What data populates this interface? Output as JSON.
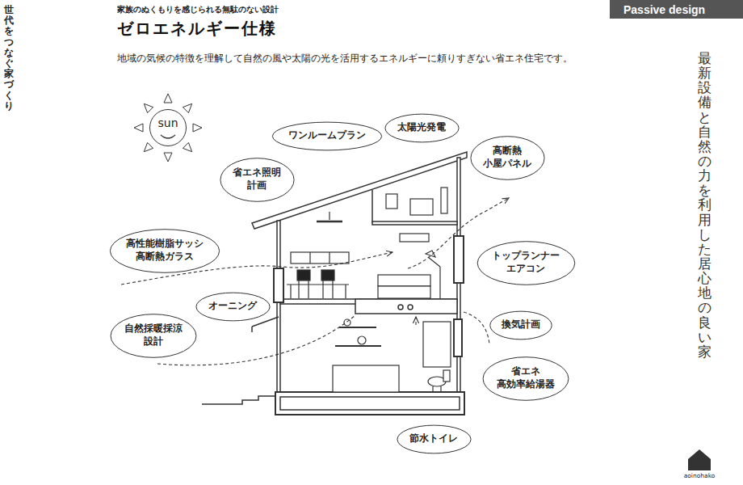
{
  "diagram": {
    "title": "ゼロエネルギー仕様",
    "nodes": [
      {
        "text": [
          "Passive design"
        ]
      },
      {
        "text": [
          "sun"
        ]
      },
      {
        "text": [
          "ワンルームプラン"
        ]
      },
      {
        "text": [
          "太陽光発電"
        ]
      },
      {
        "text": [
          "高断熱 小屋パネル"
        ]
      },
      {
        "text": [
          "省エネ照明 計画"
        ]
      },
      {
        "text": [
          "高性能樹脂サッシ 高断熱ガラス"
        ]
      },
      {
        "text": [
          "トップランナー エアコン"
        ]
      },
      {
        "text": [
          "オーニング"
        ]
      },
      {
        "text": [
          "換気計画"
        ]
      },
      {
        "text": [
          "自然採暖採涼 設計"
        ]
      },
      {
        "text": [
          "省エネ 高効率給湯器"
        ]
      },
      {
        "text": [
          "節水トイレ"
        ]
      }
    ],
    "labels": [
      "家族のぬくもりを感じられる無駄のない設計",
      "地域の気候の特徴を理解して自然の風や太陽の光を活用するエネルギーに頼りすぎない省エネ住宅です。",
      "世代をつなぐ家づくり",
      "最新設備と自然の力を利用した居心地の良い家",
      "aoinohako"
    ]
  }
}
